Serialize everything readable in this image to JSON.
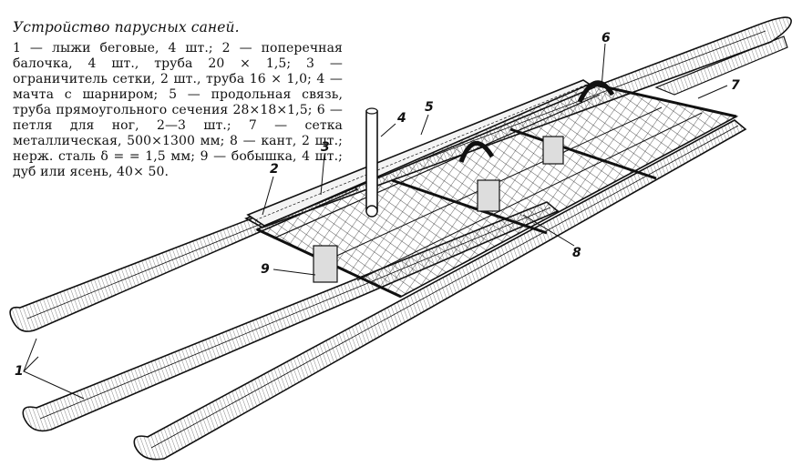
{
  "caption": {
    "title": "Устройство парусных саней.",
    "body": "1 — лыжи беговые, 4 шт.; 2 — поперечная балочка, 4 шт., труба 20 × 1,5; 3 — ограничитель сетки, 2 шт., труба 16 × 1,0; 4 — мачта с шарниром; 5 — продольная связь, труба прямоугольного сечения 28×18×1,5; 6 — петля для ног, 2—3 шт.; 7 — сетка металлическая, 500×1300 мм; 8 — кант, 2 шт.; нерж. сталь δ = = 1,5 мм; 9 — бобышка, 4 шт.; дуб или ясень, 40× 50."
  },
  "callouts": {
    "c1": "1",
    "c2": "2",
    "c3": "3",
    "c4": "4",
    "c5": "5",
    "c6": "6",
    "c7": "7",
    "c8": "8",
    "c9": "9"
  }
}
